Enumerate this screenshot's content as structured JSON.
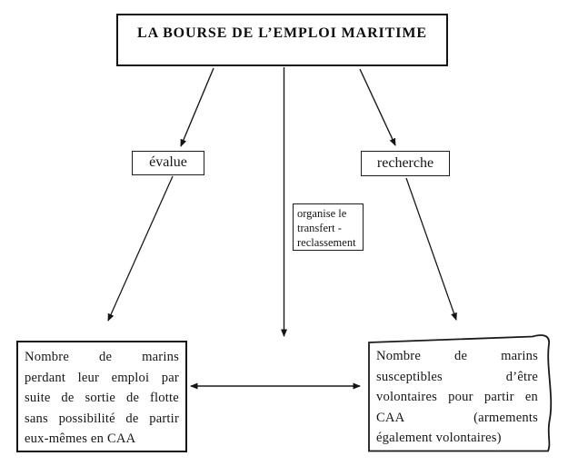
{
  "diagram": {
    "title": "LA BOURSE DE L’EMPLOI MARITIME",
    "nodes": {
      "evalue": {
        "label": "évalue"
      },
      "recherche": {
        "label": "recherche"
      },
      "organise": {
        "lines": [
          "organise le",
          "transfert -",
          "reclassement"
        ]
      },
      "bottom_left": {
        "lines": [
          "Nombre de marins",
          "perdant leur emploi par",
          "suite de sortie de flotte",
          "sans possibilité de partir",
          "eux-mêmes en CAA"
        ]
      },
      "bottom_right": {
        "lines": [
          "Nombre de marins",
          "susceptibles d’être",
          "volontaires pour partir en",
          "CAA (armements",
          "également volontaires)"
        ]
      }
    },
    "colors": {
      "ink": "#1a1a1a",
      "paper": "#ffffff"
    }
  }
}
